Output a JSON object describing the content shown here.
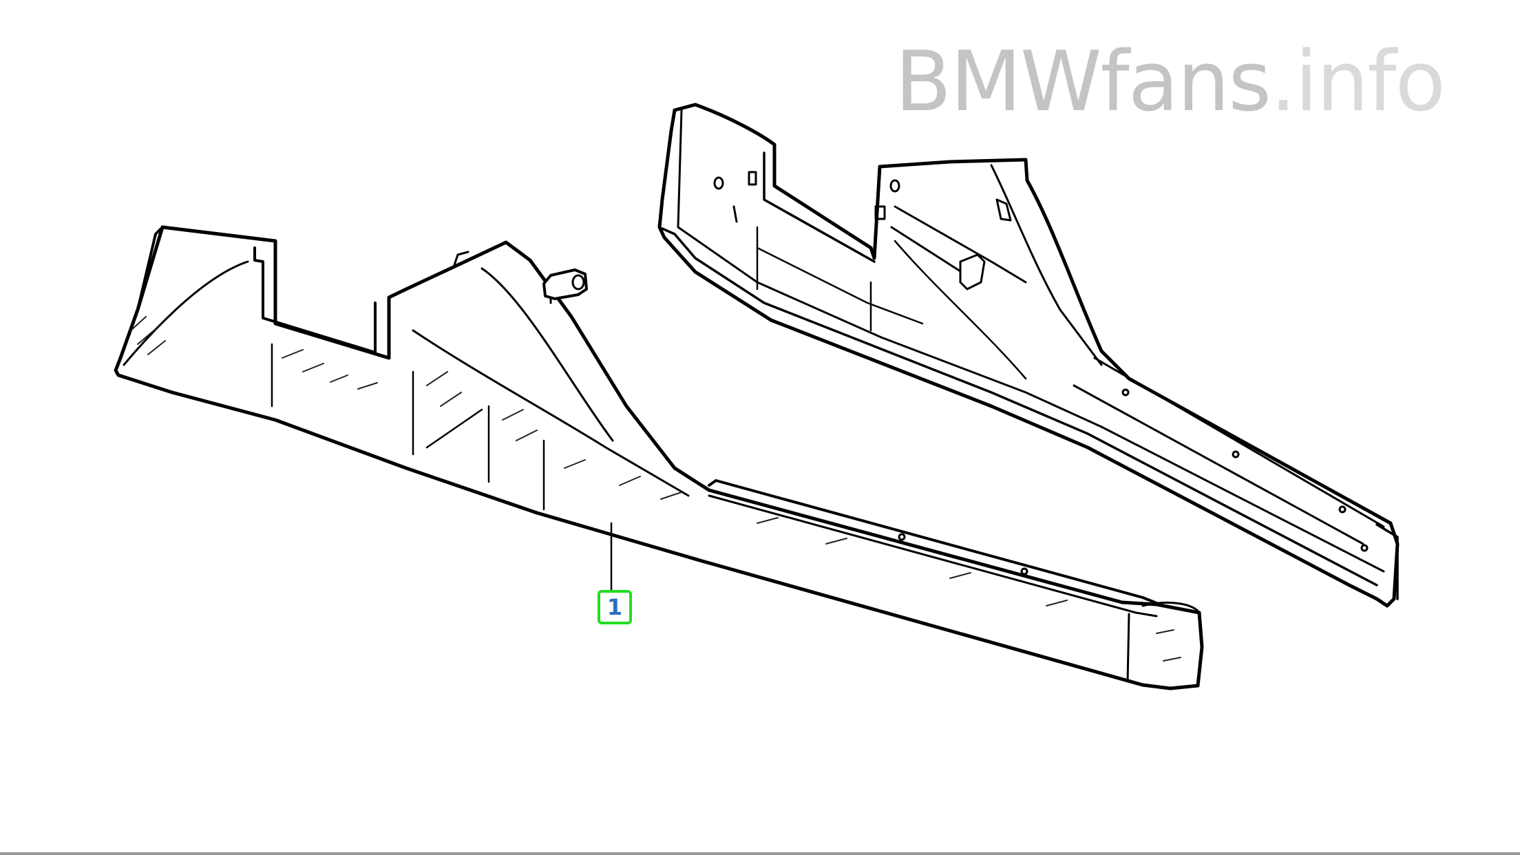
{
  "watermark": {
    "brand": "BMWfans",
    "tld": ".info"
  },
  "callouts": [
    {
      "label": "1"
    }
  ],
  "colors": {
    "callout_border": "#22dd22",
    "callout_text": "#2a6fc2",
    "watermark": "#c4c4c4"
  }
}
